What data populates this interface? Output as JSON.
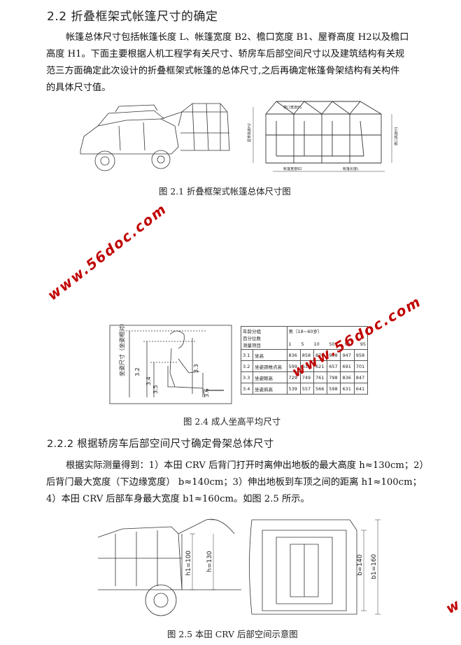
{
  "section_title": "2.2 折叠框架式帐篷尺寸的确定",
  "intro_paragraph": {
    "line1": "帐篷总体尺寸包括帐篷长度 L、帐篷宽度 B2、檐口宽度 B1、屋脊高度 H2以及檐口",
    "line2": "高度 H1。下面主要根据人机工程学有关尺寸、轿房车后部空间尺寸以及建筑结构有关规",
    "line3": "范三方面确定此次设计的折叠框架式帐篷的总体尺寸,之后再确定帐篷骨架结构有关构件",
    "line4": "的具体尺寸值。"
  },
  "figure_2_1": {
    "caption": "图 2.1 折叠框架式帐篷总体尺寸图",
    "labels": [
      "檐口宽度B1",
      "屋脊高度H2",
      "檐口高度H1",
      "帐篷宽度B2",
      "帐篷长度L"
    ]
  },
  "figure_2_4": {
    "caption": "图 2.4 成人坐高平均尺寸",
    "vertical_label": "坐姿尺寸（坐姿相对）",
    "dim_labels": [
      "3.2",
      "3.4",
      "3.5",
      "3.3",
      "3.6"
    ],
    "table": {
      "header_row1": [
        "年龄分组",
        "男（18~60岁）"
      ],
      "header_row2": [
        "百分位数"
      ],
      "header_row3": [
        "测量项目",
        "1",
        "5",
        "10",
        "50",
        "90",
        "95"
      ],
      "rows": [
        [
          "3.1",
          "坐高",
          "836",
          "858",
          "870",
          "908",
          "947",
          "958"
        ],
        [
          "3.2",
          "坐姿颈椎点高",
          "599",
          "615",
          "621",
          "657",
          "691",
          "701"
        ],
        [
          "3.3",
          "坐姿眼高",
          "729",
          "749",
          "761",
          "798",
          "836",
          "847"
        ],
        [
          "3.4",
          "坐姿肩高",
          "539",
          "557",
          "566",
          "598",
          "631",
          "641"
        ]
      ]
    }
  },
  "subsection_title": "2.2.2 根据轿房车后部空间尺寸确定骨架总体尺寸",
  "measure_paragraph": {
    "line1": "根据实际测量得到：1）本田 CRV 后背门打开时离伸出地板的最大高度 h≈130cm；2）",
    "line2": "后背门最大宽度（下边缘宽度） b≈140cm；3）伸出地板到车顶之间的距离 h1≈100cm；",
    "line3": "4）本田 CRV 后部车身最大宽度 b1≈160cm。如图 2.5 所示。"
  },
  "figure_2_5": {
    "caption": "图 2.5 本田 CRV 后部空间示意图",
    "labels": [
      "h1=100",
      "h=130",
      "b=140",
      "b1=160"
    ]
  },
  "watermarks": [
    "www.56doc.com",
    "www.56doc.com",
    "w"
  ],
  "colors": {
    "watermark": "#c00000",
    "text": "#111111"
  }
}
